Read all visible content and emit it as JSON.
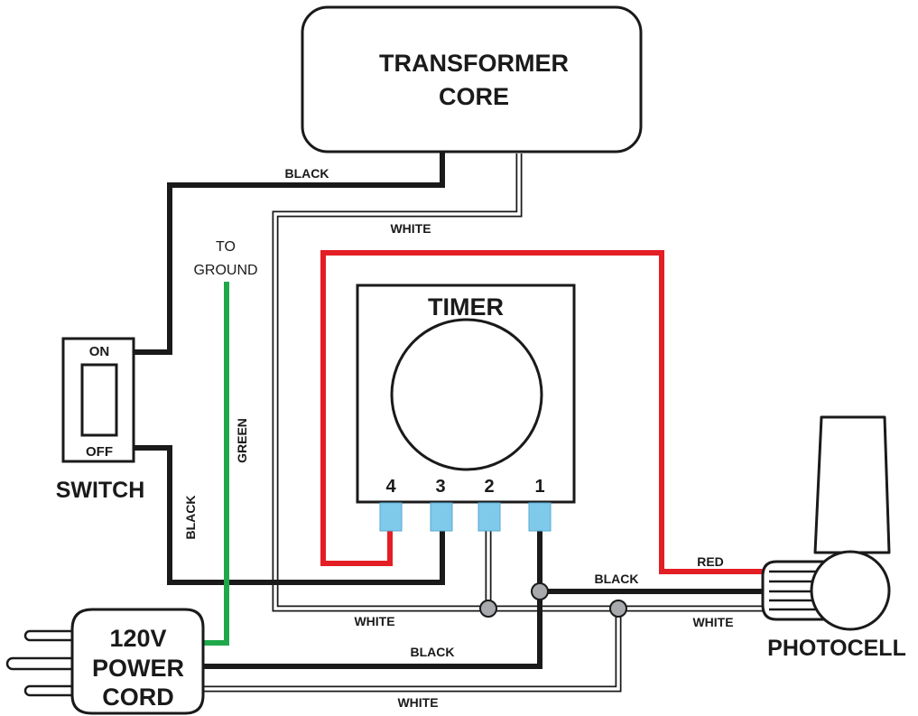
{
  "colors": {
    "black_wire": "#1a1a1a",
    "red_wire": "#e31e24",
    "green_wire": "#1fa84a",
    "white_wire_outline": "#1a1a1a",
    "terminal": "#7fcaeb",
    "junction": "#a7a9ac"
  },
  "components": {
    "transformer": {
      "line1": "TRANSFORMER",
      "line2": "CORE"
    },
    "timer": {
      "title": "TIMER",
      "terminals": [
        "4",
        "3",
        "2",
        "1"
      ]
    },
    "switch": {
      "on_label": "ON",
      "off_label": "OFF",
      "caption": "SWITCH"
    },
    "power_cord": {
      "line1": "120V",
      "line2": "POWER",
      "line3": "CORD"
    },
    "photocell": {
      "caption": "PHOTOCELL"
    }
  },
  "wire_labels": {
    "black_top": "BLACK",
    "white_top": "WHITE",
    "to_ground_1": "TO",
    "to_ground_2": "GROUND",
    "green": "GREEN",
    "black_left": "BLACK",
    "red": "RED",
    "black_photocell": "BLACK",
    "white_middle": "WHITE",
    "white_photocell": "WHITE",
    "black_bottom": "BLACK",
    "white_bottom": "WHITE"
  }
}
